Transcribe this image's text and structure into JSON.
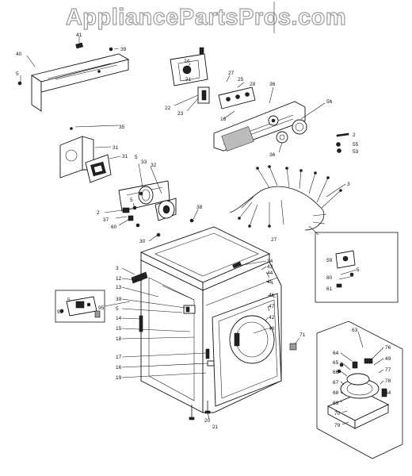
{
  "watermark": "AppliancePartsPros.com",
  "callouts": {
    "c40": "40",
    "c5a": "5",
    "c39": "39",
    "c41a": "41",
    "c24": "24",
    "c21": "21",
    "c27a": "27",
    "c25": "25",
    "c28": "28",
    "c36": "36",
    "c22": "22",
    "c23": "23",
    "c16": "16",
    "c56": "56",
    "c2a": "2",
    "c55": "55",
    "c53": "53",
    "c35": "35",
    "c5b": "5",
    "c31a": "31",
    "c31b": "31",
    "c5c": "5",
    "c33": "33",
    "c32": "32",
    "c2b": "2",
    "c37": "37",
    "c60": "60",
    "c5d": "5",
    "c38": "38",
    "c30": "30",
    "c27b": "27",
    "c3": "3",
    "c34": "34",
    "c43": "43",
    "c44": "44",
    "c45": "45",
    "c46": "46",
    "c47": "47",
    "c3b": "3",
    "c12": "12",
    "c13": "13",
    "c5e": "5",
    "c95": "95",
    "c39b": "39",
    "c14": "14",
    "c15": "15",
    "c18": "18",
    "c17": "17",
    "c16b": "16",
    "c19": "19",
    "c42": "42",
    "c48": "48",
    "c71": "71",
    "c20": "20",
    "c21b": "21",
    "c59": "59",
    "c80": "80",
    "c61": "61",
    "c63": "63",
    "c64": "64",
    "c65": "65",
    "c66": "66",
    "c67": "67",
    "c68": "68",
    "c69": "69",
    "c70": "70",
    "c79": "79",
    "c76": "76",
    "c49": "49",
    "c77": "77",
    "c78": "78",
    "c44b": "44"
  }
}
